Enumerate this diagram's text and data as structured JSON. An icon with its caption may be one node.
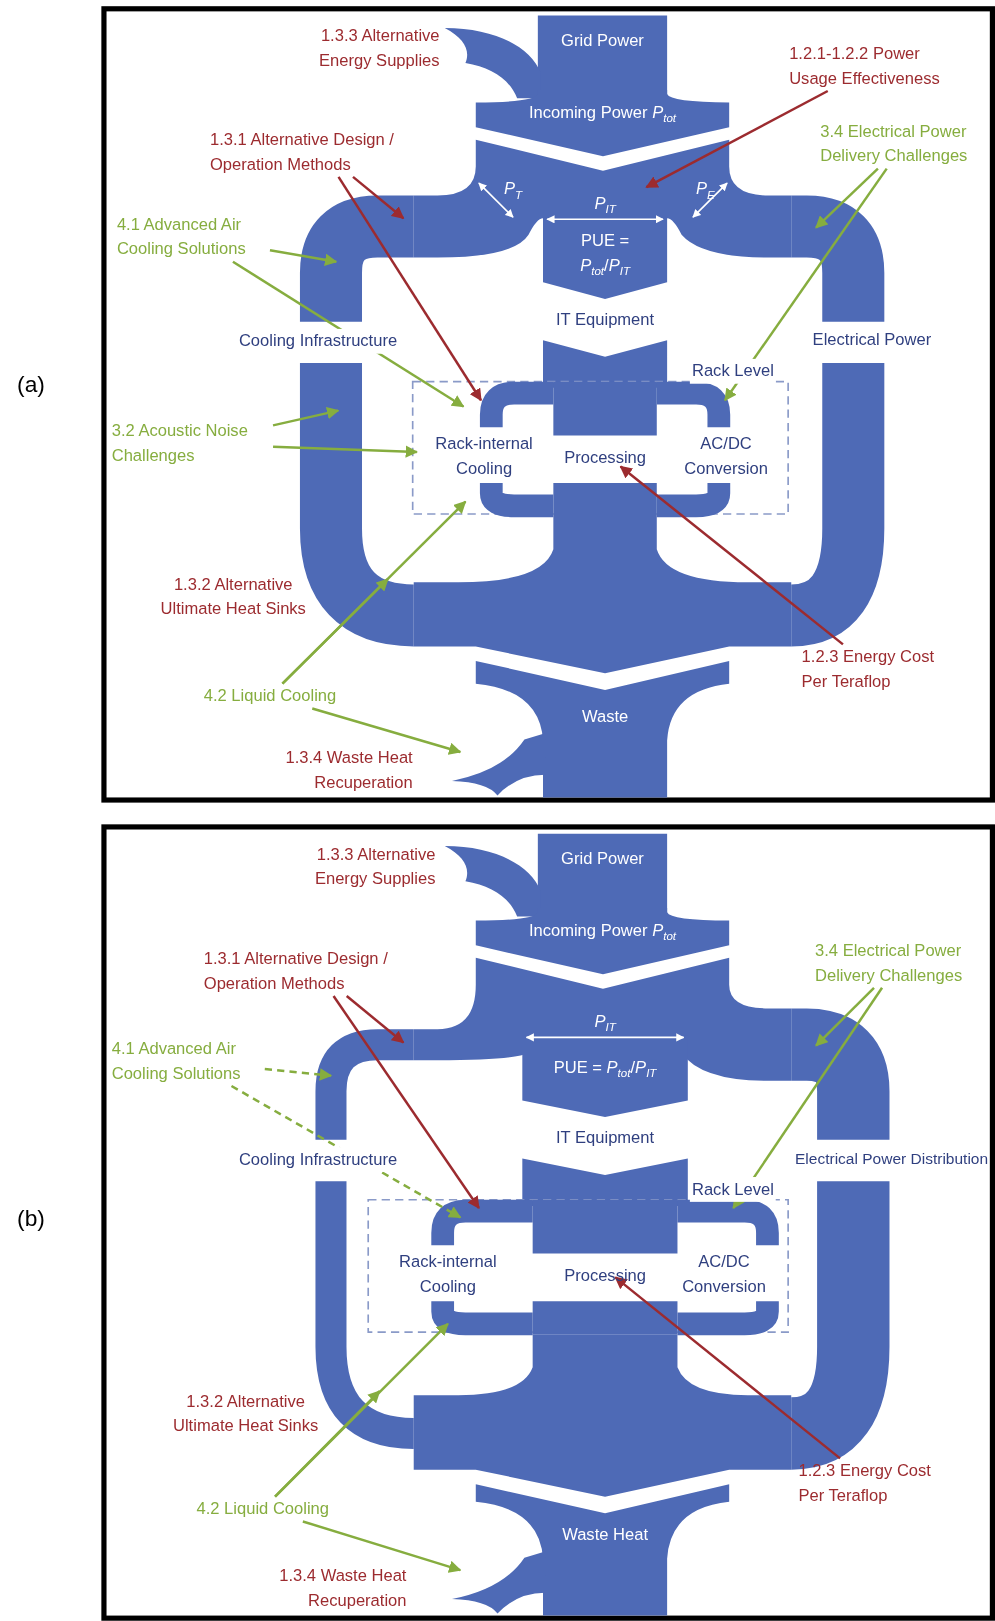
{
  "diagram": {
    "nodes": [
      {
        "text": [],
        "shape": "box",
        "beside": [
          "(a)"
        ]
      },
      {
        "text": [
          "Grid Power"
        ],
        "in": 0
      },
      {
        "text": [],
        "shape": "pipe",
        "beside": [
          "1.3.3 Alternative Energy Supplies"
        ],
        "in": 0
      },
      {
        "text": [
          "Incoming Power *P*$_{tot}$"
        ],
        "in": 0
      },
      {
        "text": [],
        "shape": "band",
        "in": 0
      },
      {
        "text": [
          "Cooling Infrastructure"
        ],
        "in": 0
      },
      {
        "text": [
          "Electrical Power"
        ],
        "in": 0
      },
      {
        "text": [
          "PUE = *P*$_{tot}$/*P*$_{IT}$",
          "IT Equipment"
        ],
        "in": 0
      },
      {
        "text": [
          "Rack Level"
        ],
        "in": 0
      },
      {
        "text": [
          "Rack-internal Cooling"
        ],
        "in": 8
      },
      {
        "text": [
          "Processing"
        ],
        "in": 8
      },
      {
        "text": [
          "AC/DC Conversion"
        ],
        "in": 8
      },
      {
        "text": [
          "Waste"
        ],
        "in": 0
      },
      {
        "text": [],
        "shape": "pipe",
        "beside": [
          "1.3.4 Waste Heat Recuperation"
        ],
        "in": 0
      },
      {
        "text": [
          "1.2.1-1.2.2 Power Usage Effectiveness"
        ],
        "in": 0
      },
      {
        "text": [
          "1.3.1 Alternative Design / Operation Methods"
        ],
        "in": 0
      },
      {
        "text": [
          "3.4 Electrical Power Delivery Challenges"
        ],
        "in": 0
      },
      {
        "text": [
          "4.1 Advanced Air Cooling Solutions"
        ],
        "in": 0
      },
      {
        "text": [
          "3.2 Acoustic Noise Challenges"
        ],
        "in": 0
      },
      {
        "text": [
          "4.2 Liquid Cooling"
        ],
        "in": 0
      },
      {
        "text": [
          "1.2.3 Energy Cost Per Teraflop"
        ],
        "in": 0
      },
      {
        "text": [],
        "shape": "box",
        "beside": [
          "(b)"
        ]
      },
      {
        "text": [
          "Grid Power"
        ],
        "in": 21
      },
      {
        "text": [],
        "shape": "pipe",
        "beside": [
          "1.3.3 Alternative Energy Supplies"
        ],
        "in": 21
      },
      {
        "text": [
          "Incoming Power *P*$_{tot}$"
        ],
        "in": 21
      },
      {
        "text": [],
        "shape": "band",
        "in": 21
      },
      {
        "text": [
          "Cooling Infrastructure"
        ],
        "in": 21
      },
      {
        "text": [
          "Electrical Power Distribution"
        ],
        "in": 21
      },
      {
        "text": [
          "PUE = *P*$_{tot}$/*P*$_{IT}$",
          "IT Equipment"
        ],
        "in": 21
      },
      {
        "text": [
          "Rack Level"
        ],
        "in": 21
      },
      {
        "text": [
          "Rack-internal Cooling"
        ],
        "in": 29
      },
      {
        "text": [
          "Processing"
        ],
        "in": 29
      },
      {
        "text": [
          "AC/DC Conversion"
        ],
        "in": 29
      },
      {
        "text": [
          "Waste Heat"
        ],
        "in": 21
      },
      {
        "text": [],
        "shape": "pipe",
        "beside": [
          "1.3.4 Waste Heat Recuperation"
        ],
        "in": 21
      },
      {
        "text": [
          "1.3.1 Alternative Design / Operation Methods"
        ],
        "in": 21
      },
      {
        "text": [
          "3.4 Electrical Power Delivery Challenges"
        ],
        "in": 21
      },
      {
        "text": [
          "4.1 Advanced Air Cooling Solutions"
        ],
        "in": 21
      },
      {
        "text": [
          "4.2 Liquid Cooling"
        ],
        "in": 21
      },
      {
        "text": [
          "1.2.3 Energy Cost Per Teraflop"
        ],
        "in": 21
      }
    ],
    "edges": [
      {
        "from": 14,
        "to": 4,
        "arrow": "to",
        "color": "#9c2b2f"
      },
      {
        "from": 15,
        "to": 5,
        "arrow": "to",
        "color": "#9c2b2f"
      },
      {
        "from": 15,
        "to": 9,
        "arrow": "to",
        "color": "#9c2b2f"
      },
      {
        "from": 16,
        "to": 6,
        "arrow": "to"
      },
      {
        "from": 16,
        "to": 11,
        "arrow": "to"
      },
      {
        "from": 17,
        "to": 5,
        "arrow": "to"
      },
      {
        "from": 17,
        "to": 9,
        "arrow": "to"
      },
      {
        "from": 18,
        "to": 5,
        "arrow": "to"
      },
      {
        "from": 18,
        "to": 9,
        "arrow": "to"
      },
      {
        "from": 19,
        "to": 5,
        "arrow": "to"
      },
      {
        "from": 19,
        "to": 9,
        "arrow": "to"
      },
      {
        "from": 19,
        "to": 13,
        "arrow": "to"
      },
      {
        "from": 20,
        "to": 10,
        "arrow": "to",
        "color": "#9c2b2f"
      },
      {
        "from": 35,
        "to": 26,
        "arrow": "to",
        "color": "#9c2b2f"
      },
      {
        "from": 35,
        "to": 30,
        "arrow": "to",
        "color": "#9c2b2f"
      },
      {
        "from": 36,
        "to": 27,
        "arrow": "to"
      },
      {
        "from": 36,
        "to": 32,
        "arrow": "to"
      },
      {
        "from": 37,
        "to": 26,
        "arrow": "to",
        "style": "dashed"
      },
      {
        "from": 37,
        "to": 30,
        "arrow": "to",
        "style": "dashed"
      },
      {
        "from": 38,
        "to": 26,
        "arrow": "to"
      },
      {
        "from": 38,
        "to": 30,
        "arrow": "to"
      },
      {
        "from": 38,
        "to": 34,
        "arrow": "to"
      },
      {
        "from": 39,
        "to": 31,
        "arrow": "to",
        "color": "#9c2b2f"
      }
    ],
    "labels": [
      "*P*$_{T}$",
      "*P*$_{IT}$",
      "*P*$_{E}$",
      "1.3.2 Alternative Ultimate Heat Sinks",
      "*P*$_{IT}$",
      "1.3.2 Alternative Ultimate Heat Sinks"
    ]
  }
}
